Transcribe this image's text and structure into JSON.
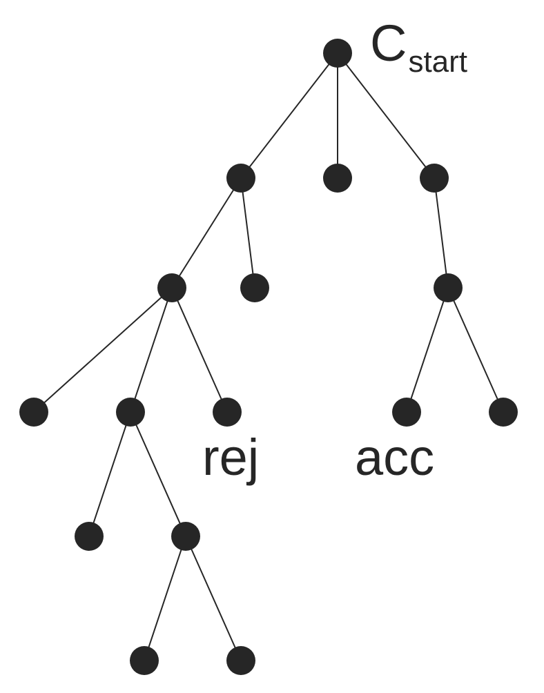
{
  "diagram": {
    "root_label": {
      "base": "C",
      "subscript": "start"
    },
    "reject_label": "rej",
    "accept_label": "acc",
    "colors": {
      "ink": "#262626",
      "background": "#ffffff"
    },
    "nodes": [
      {
        "id": "root"
      },
      {
        "id": "l1-left"
      },
      {
        "id": "l1-middle"
      },
      {
        "id": "l1-right"
      },
      {
        "id": "l2-left"
      },
      {
        "id": "l2-middle"
      },
      {
        "id": "l2-right"
      },
      {
        "id": "l3-a"
      },
      {
        "id": "l3-b"
      },
      {
        "id": "l3-rej"
      },
      {
        "id": "l3-acc"
      },
      {
        "id": "l3-e"
      },
      {
        "id": "l4-a"
      },
      {
        "id": "l4-b"
      },
      {
        "id": "l5-a"
      },
      {
        "id": "l5-b"
      }
    ],
    "edges": [
      {
        "from": "root",
        "to": "l1-left"
      },
      {
        "from": "root",
        "to": "l1-middle"
      },
      {
        "from": "root",
        "to": "l1-right"
      },
      {
        "from": "l1-left",
        "to": "l2-left"
      },
      {
        "from": "l1-left",
        "to": "l2-middle"
      },
      {
        "from": "l1-right",
        "to": "l2-right"
      },
      {
        "from": "l2-left",
        "to": "l3-a"
      },
      {
        "from": "l2-left",
        "to": "l3-b"
      },
      {
        "from": "l2-left",
        "to": "l3-rej"
      },
      {
        "from": "l2-right",
        "to": "l3-acc"
      },
      {
        "from": "l2-right",
        "to": "l3-e"
      },
      {
        "from": "l3-b",
        "to": "l4-a"
      },
      {
        "from": "l3-b",
        "to": "l4-b"
      },
      {
        "from": "l4-b",
        "to": "l5-a"
      },
      {
        "from": "l4-b",
        "to": "l5-b"
      }
    ]
  }
}
